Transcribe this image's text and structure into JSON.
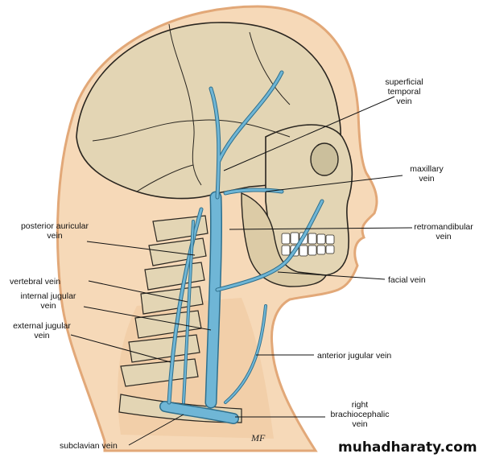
{
  "labels": {
    "superficial_temporal": [
      "superficial",
      "temporal",
      "vein"
    ],
    "maxillary": [
      "maxillary",
      "vein"
    ],
    "retromandibular": [
      "retromandibular",
      "vein"
    ],
    "posterior_auricular": [
      "posterior auricular",
      "vein"
    ],
    "facial": [
      "facial vein"
    ],
    "vertebral": [
      "vertebral vein"
    ],
    "internal_jugular": [
      "internal jugular",
      "vein"
    ],
    "external_jugular": [
      "external jugular",
      "vein"
    ],
    "anterior_jugular": [
      "anterior jugular vein"
    ],
    "right_brachiocephalic": [
      "right",
      "brachiocephalic",
      "vein"
    ],
    "subclavian": [
      "subclavian vein"
    ]
  },
  "signature": "MF",
  "watermark": "muhadharaty.com",
  "colors": {
    "skin": "#f6d9b8",
    "skin_outline": "#e2a878",
    "bone": "#e3d5b4",
    "bone_outline": "#2a2620",
    "vein": "#6fb6d6",
    "vein_outline": "#2f6f8c"
  }
}
